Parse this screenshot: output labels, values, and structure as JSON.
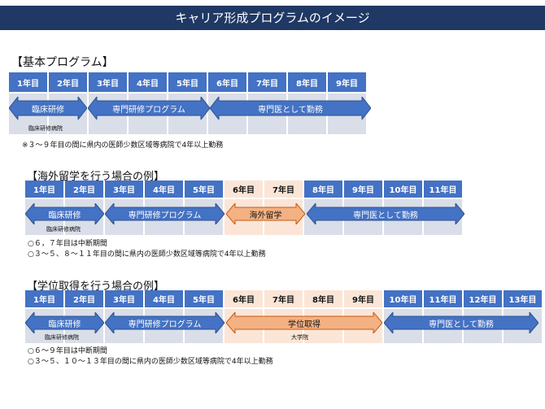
{
  "title": "キャリア形成プログラムのイメージ",
  "basic": {
    "heading": "【基本プログラム】",
    "years": [
      "1年目",
      "2年目",
      "3年目",
      "4年目",
      "5年目",
      "6年目",
      "7年目",
      "8年目",
      "9年目"
    ],
    "arrows": [
      "臨床研修",
      "専門研修プログラム",
      "専門医として勤務"
    ],
    "sublabel": "臨床研修病院",
    "note": "※３～９年目の間に県内の医師少数区域等病院で4年以上勤務"
  },
  "abroad": {
    "heading": "【海外留学を行う場合の例】",
    "years": [
      "1年目",
      "2年目",
      "3年目",
      "4年目",
      "5年目",
      "6年目",
      "7年目",
      "8年目",
      "9年目",
      "10年目",
      "11年目"
    ],
    "arrows": [
      "臨床研修",
      "専門研修プログラム",
      "海外留学",
      "専門医として勤務"
    ],
    "sublabel": "臨床研修病院",
    "notes": [
      "○６，７年目は中断期間",
      "○３～５、８～１１年目の間に県内の医師少数区域等病院で4年以上勤務"
    ]
  },
  "degree": {
    "heading": "【学位取得を行う場合の例】",
    "years": [
      "1年目",
      "2年目",
      "3年目",
      "4年目",
      "5年目",
      "6年目",
      "7年目",
      "8年目",
      "9年目",
      "10年目",
      "11年目",
      "12年目",
      "13年目"
    ],
    "arrows": [
      "臨床研修",
      "専門研修プログラム",
      "学位取得",
      "専門医として勤務"
    ],
    "sublabels": [
      "臨床研修病院",
      "大学院"
    ],
    "notes": [
      "○６～９年目は中断期間",
      "○３～５、１０～１３年目の間に県内の医師少数区域等病院で4年以上勤務"
    ]
  },
  "colors": {
    "navy": "#1f3864",
    "blue": "#4472c4",
    "orange": "#f4b183",
    "peach": "#fbe5d6",
    "gray": "#d9dee8"
  }
}
